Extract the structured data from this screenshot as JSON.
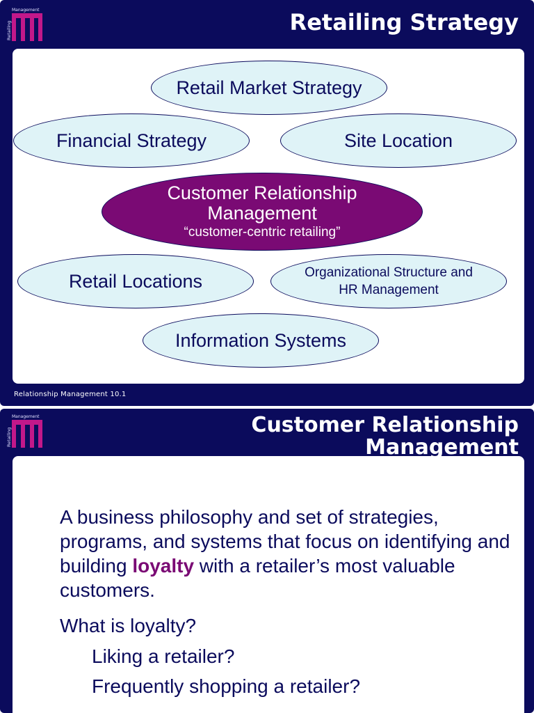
{
  "slide1": {
    "title": "Retailing Strategy",
    "footer": "Relationship Management  10.1",
    "logo": {
      "top_text": "Management",
      "side_text": "Retailing",
      "colors": {
        "mark": "#c2188a",
        "text": "#e0e0ff"
      }
    },
    "ovals": {
      "market": "Retail Market Strategy",
      "financial": "Financial Strategy",
      "site": "Site Location",
      "crm_title_line1": "Customer Relationship",
      "crm_title_line2": "Management",
      "crm_sub": "“customer-centric retailing”",
      "locations": "Retail Locations",
      "org_line1": "Organizational Structure and",
      "org_line2": "HR Management",
      "info": "Information Systems"
    }
  },
  "slide2": {
    "title_line1": "Customer Relationship",
    "title_line2": "Management",
    "logo": {
      "top_text": "Management",
      "side_text": "Retailing"
    },
    "definition": {
      "before": "A business philosophy and set of strategies, programs, and systems that focus on identifying and building ",
      "highlight": "loyalty",
      "after": " with a retailer’s most valuable customers."
    },
    "question": "What is loyalty?",
    "sub_questions": [
      "Liking a retailer?",
      "Frequently shopping a retailer?"
    ]
  },
  "colors": {
    "navy": "#0b0b5c",
    "oval_fill": "#dff3f7",
    "purple": "#7a0a74",
    "white": "#ffffff"
  }
}
